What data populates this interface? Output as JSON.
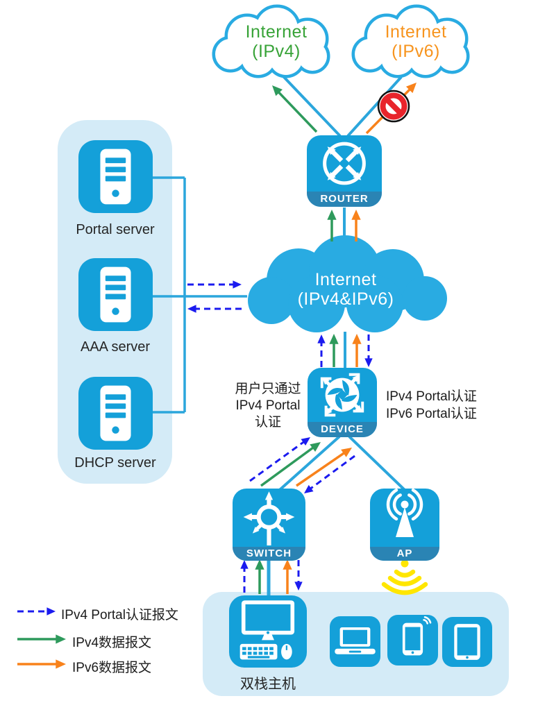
{
  "colors": {
    "tile_blue": "#14A0D9",
    "band_blue": "#2A84B4",
    "cloud_blue": "#29ABE2",
    "container_blue": "#D4EBF7",
    "link_cyan": "#2BA6DC",
    "ipv4_data_green": "#2E9A5C",
    "ipv6_data_orange": "#F8821B",
    "portal_auth_blue": "#1B1BEF",
    "ipv4_text_green": "#38A338",
    "ipv6_text_orange": "#F7941E",
    "wifi_yellow": "#FFE600",
    "deny_red": "#E8242B"
  },
  "clouds": {
    "ipv4": {
      "line1": "Internet",
      "line2": "(IPv4)"
    },
    "ipv6": {
      "line1": "Internet",
      "line2": "(IPv6)"
    },
    "core": {
      "line1": "Internet",
      "line2": "(IPv4&IPv6)"
    }
  },
  "nodes": {
    "router": {
      "label": "ROUTER"
    },
    "device": {
      "label": "DEVICE"
    },
    "switch": {
      "label": "SWITCH"
    },
    "ap": {
      "label": "AP"
    }
  },
  "servers": [
    {
      "label": "Portal server"
    },
    {
      "label": "AAA server"
    },
    {
      "label": "DHCP server"
    }
  ],
  "host": {
    "label": "双栈主机"
  },
  "annotations": {
    "left": {
      "line1": "用户只通过",
      "line2": "IPv4 Portal",
      "line3": "认证"
    },
    "right": {
      "line1": "IPv4 Portal认证",
      "line2": "IPv6 Portal认证"
    }
  },
  "legend": [
    {
      "style": "dashed-blue",
      "label": "IPv4 Portal认证报文"
    },
    {
      "style": "solid-green",
      "label": "IPv4数据报文"
    },
    {
      "style": "solid-orange",
      "label": "IPv6数据报文"
    }
  ]
}
